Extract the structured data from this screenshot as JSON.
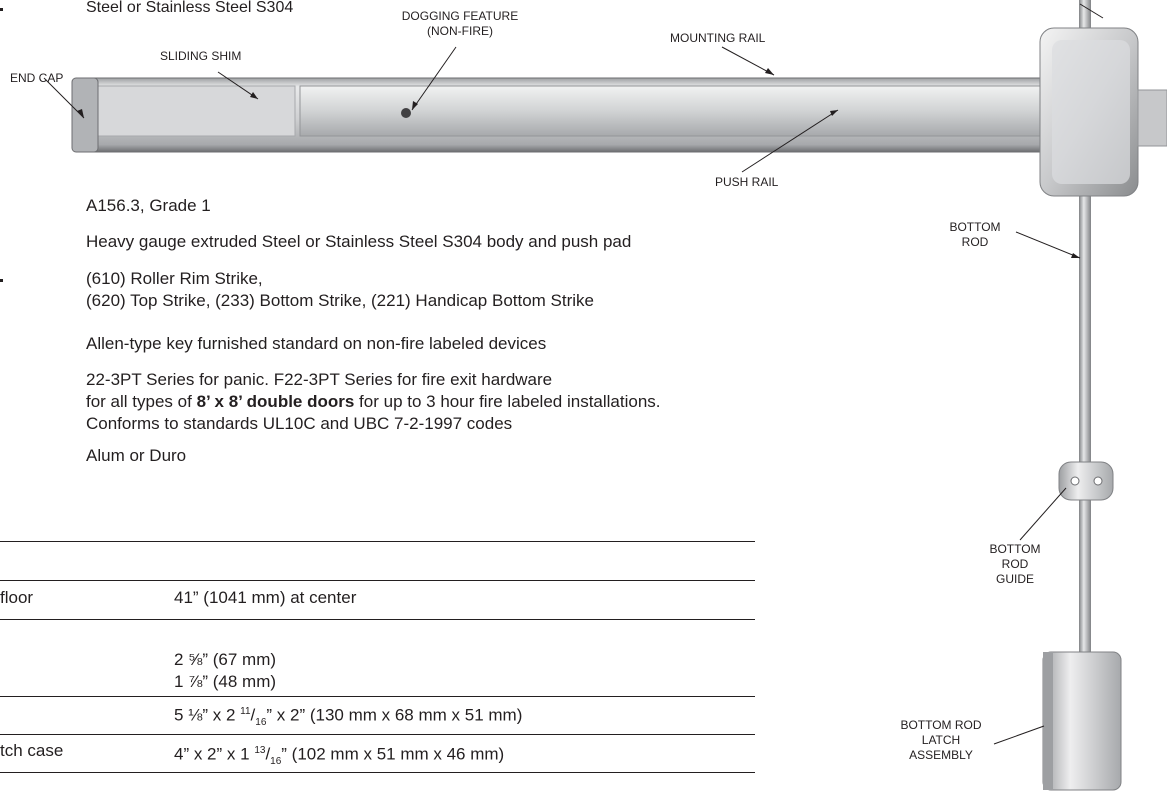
{
  "top_text": "Steel or Stainless Steel S304",
  "callouts": {
    "end_cap": "END CAP",
    "sliding_shim": "SLIDING SHIM",
    "dogging_feature": [
      "DOGGING FEATURE",
      "(NON-FIRE)"
    ],
    "mounting_rail": "MOUNTING RAIL",
    "push_rail": "PUSH RAIL",
    "bottom_rod": [
      "BOTTOM",
      "ROD"
    ],
    "bottom_rod_guide": [
      "BOTTOM",
      "ROD",
      "GUIDE"
    ],
    "bottom_rod_latch_assembly": [
      "BOTTOM ROD",
      "LATCH",
      "ASSEMBLY"
    ]
  },
  "specs": {
    "standard": "A156.3, Grade 1",
    "body": "Heavy gauge extruded Steel or Stainless Steel S304 body and push pad",
    "strikes": [
      "(610) Roller Rim Strike,",
      "(620) Top Strike, (233) Bottom Strike, (221) Handicap Bottom Strike"
    ],
    "key": "Allen-type key furnished standard on non-fire labeled devices",
    "series_line1": "22-3PT Series for panic. F22-3PT Series for fire exit hardware",
    "series_line2_pre": "for all types of ",
    "series_line2_bold": "8’ x 8’ double doors",
    "series_line2_post": " for up to 3 hour fire labeled installations.",
    "series_line3": "Conforms to standards UL10C and UBC 7-2-1997 codes",
    "finish": "Alum or Duro"
  },
  "dimensions": {
    "floor_label": "floor",
    "floor_value": "41” (1041 mm) at center",
    "dim1": "2 ⅝” (67 mm)",
    "dim2": "1 ⅞” (48 mm)",
    "case1_main": "5 ⅛” x 2 ",
    "case1_sup": "11",
    "case1_sub": "16",
    "case1_rest": "” x 2” (130 mm x 68 mm x 51 mm)",
    "latch_label": "tch case",
    "case2_main": "4” x 2” x 1 ",
    "case2_sup": "13",
    "case2_sub": "16",
    "case2_rest": "” (102 mm x 51 mm x 46 mm)"
  },
  "colors": {
    "text": "#231f20",
    "metal_light": "#e6e7e8",
    "metal_mid": "#bcbec0",
    "metal_dark": "#808285"
  }
}
